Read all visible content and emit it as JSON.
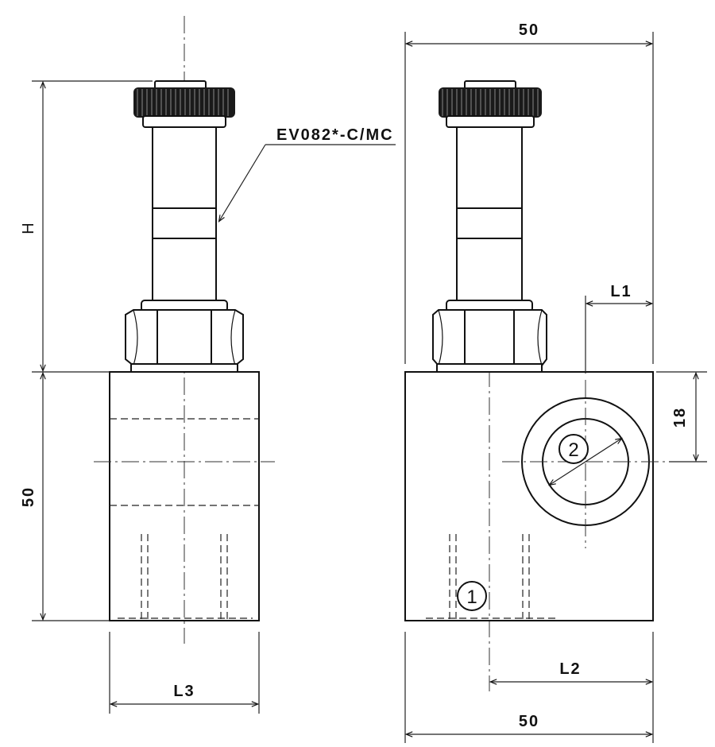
{
  "part_label": "EV082*-C/MC",
  "dims": {
    "top_width": "50",
    "bottom_width": "50",
    "height_h": "H",
    "body_height": "50",
    "l1": "L1",
    "l2": "L2",
    "l3": "L3",
    "port_offset": "18"
  },
  "ports": {
    "port1": "1",
    "port2": "2"
  }
}
